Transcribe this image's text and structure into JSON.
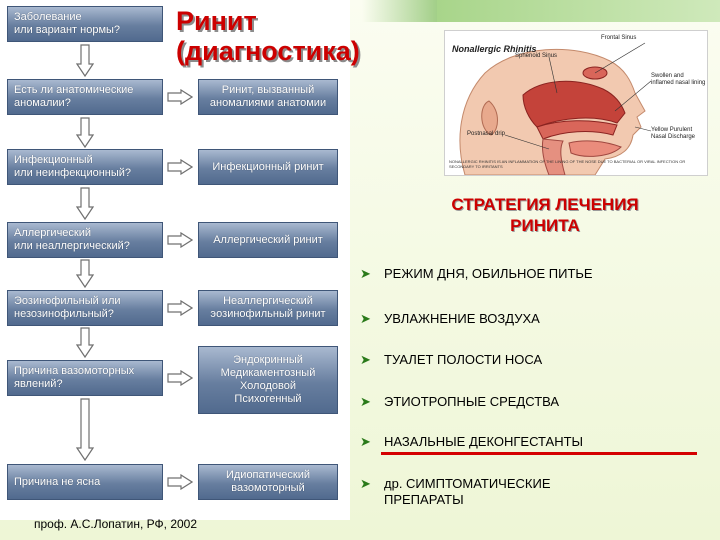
{
  "title": "Ринит\n(диагностика)",
  "flowchart": {
    "questions": [
      "Заболевание\nили вариант нормы?",
      "Есть ли анатомические\nаномалии?",
      "Инфекционный\nили неинфекционный?",
      "Аллергический\nили неаллергический?",
      "Эозинофильный или\nнезозинофильный?",
      "Причина вазомоторных\nявлений?",
      "Причина не ясна"
    ],
    "outcomes": [
      "Ринит, вызванный\nаномалиями анатомии",
      "Инфекционный ринит",
      "Аллергический ринит",
      "Неаллергический\nэозинофильный ринит",
      "Эндокринный\nМедикаментозный\nХолодовой\nПсихогенный",
      "Идиопатический\nвазомоторный"
    ]
  },
  "illustration": {
    "caption": "Nonallergic Rhinitis",
    "labels": [
      "Frontal Sinus",
      "Sphenoid Sinus",
      "Swollen and inflamed nasal lining",
      "Postnasal drip",
      "Yellow Purulent Nasal Discharge"
    ],
    "footnote": "NONALLERGIC RHINITIS IS AN INFLAMMATION OF THE LINING OF THE NOSE DUE TO BACTERIAL OR VIRAL INFECTION OR SECONDARY TO IRRITANTS"
  },
  "strategy": {
    "title": "СТРАТЕГИЯ ЛЕЧЕНИЯ\nРИНИТА",
    "items": [
      "РЕЖИМ ДНЯ, ОБИЛЬНОЕ ПИТЬЕ",
      "УВЛАЖНЕНИЕ ВОЗДУХА",
      "ТУАЛЕТ ПОЛОСТИ НОСА",
      "ЭТИОТРОПНЫЕ СРЕДСТВА",
      "НАЗАЛЬНЫЕ ДЕКОНГЕСТАНТЫ",
      "др. СИМПТОМАТИЧЕСКИЕ\nПРЕПАРАТЫ"
    ]
  },
  "citation": "проф. А.С.Лопатин, РФ, 2002",
  "colors": {
    "title_red": "#cc0000",
    "box_blue": "#677e9f",
    "underline_red": "#d40000",
    "bullet_green": "#2a7a1a"
  }
}
